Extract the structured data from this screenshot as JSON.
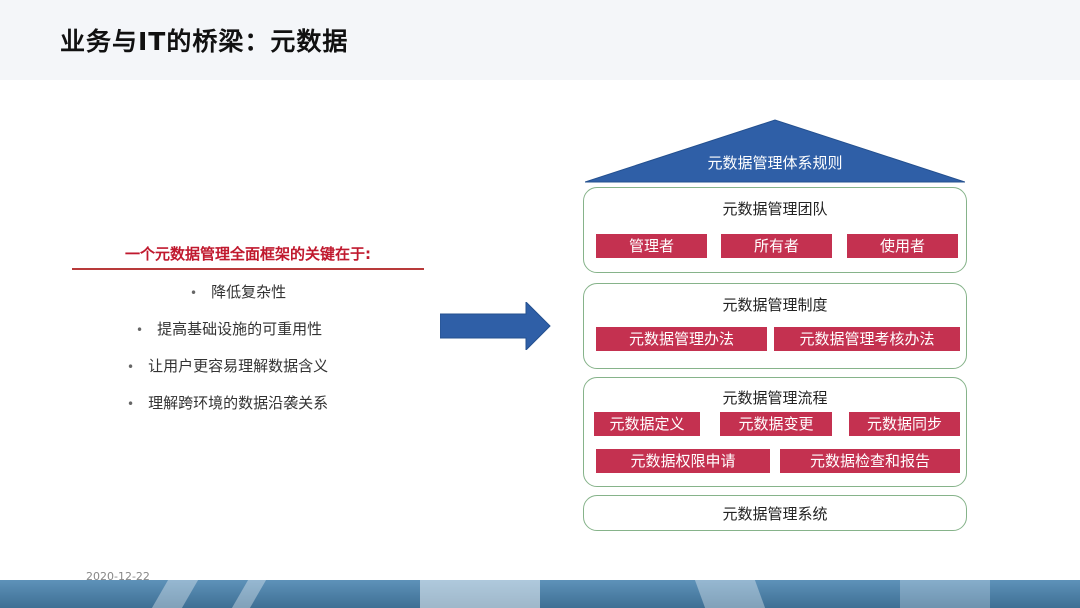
{
  "header": {
    "title": "业务与IT的桥梁：元数据"
  },
  "left": {
    "heading": "一个元数据管理全面框架的关键在于:",
    "bullets": [
      "降低复杂性",
      "提高基础设施的可重用性",
      "让用户更容易理解数据含义",
      "理解跨环境的数据沿袭关系"
    ]
  },
  "framework": {
    "roof_label": "元数据管理体系规则",
    "team": {
      "title": "元数据管理团队",
      "items": [
        "管理者",
        "所有者",
        "使用者"
      ]
    },
    "system": {
      "title": "元数据管理制度",
      "items": [
        "元数据管理办法",
        "元数据管理考核办法"
      ]
    },
    "process": {
      "title": "元数据管理流程",
      "row1": [
        "元数据定义",
        "元数据变更",
        "元数据同步"
      ],
      "row2": [
        "元数据权限申请",
        "元数据检查和报告"
      ]
    },
    "platform": {
      "title": "元数据管理系统"
    }
  },
  "footer": {
    "date": "2020-12-22"
  },
  "colors": {
    "accent_red": "#c0192e",
    "tag_bg": "#c43150",
    "roof_blue": "#2f5fa7",
    "border_green": "#86b38a"
  },
  "icons": {
    "arrow": "right-arrow-icon",
    "roof": "roof-triangle-icon"
  }
}
